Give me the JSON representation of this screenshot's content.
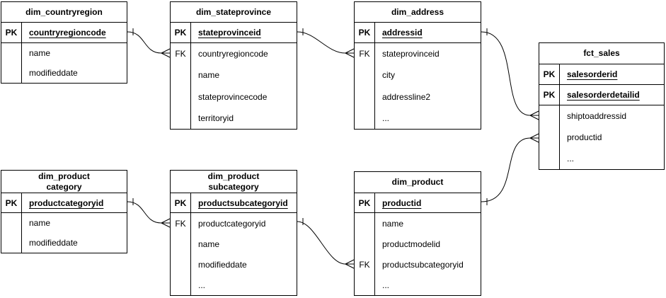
{
  "diagram": {
    "background_color": "#ffffff",
    "line_color": "#000000",
    "tables": [
      {
        "id": "dim_countryregion",
        "title": "dim_countryregion",
        "rows": [
          {
            "key": "PK",
            "field": "countryregioncode",
            "is_pk": true
          },
          {
            "key": "",
            "field": "name"
          },
          {
            "key": "",
            "field": "modifieddate"
          }
        ]
      },
      {
        "id": "dim_stateprovince",
        "title": "dim_stateprovince",
        "rows": [
          {
            "key": "PK",
            "field": "stateprovinceid",
            "is_pk": true
          },
          {
            "key": "FK",
            "field": "countryregioncode"
          },
          {
            "key": "",
            "field": "name"
          },
          {
            "key": "",
            "field": "stateprovincecode"
          },
          {
            "key": "",
            "field": "territoryid"
          }
        ]
      },
      {
        "id": "dim_address",
        "title": "dim_address",
        "rows": [
          {
            "key": "PK",
            "field": "addressid",
            "is_pk": true
          },
          {
            "key": "FK",
            "field": "stateprovinceid"
          },
          {
            "key": "",
            "field": "city"
          },
          {
            "key": "",
            "field": "addressline2"
          },
          {
            "key": "",
            "field": "..."
          }
        ]
      },
      {
        "id": "fct_sales",
        "title": "fct_sales",
        "rows": [
          {
            "key": "PK",
            "field": "salesorderid",
            "is_pk": true
          },
          {
            "key": "PK",
            "field": "salesorderdetailid",
            "is_pk": true
          },
          {
            "key": "",
            "field": "shiptoaddressid"
          },
          {
            "key": "",
            "field": "productid"
          },
          {
            "key": "",
            "field": "..."
          }
        ]
      },
      {
        "id": "dim_product_category",
        "title": "dim_product\ncategory",
        "rows": [
          {
            "key": "PK",
            "field": "productcategoryid",
            "is_pk": true
          },
          {
            "key": "",
            "field": "name"
          },
          {
            "key": "",
            "field": "modifieddate"
          }
        ]
      },
      {
        "id": "dim_product_subcategory",
        "title": "dim_product\nsubcategory",
        "rows": [
          {
            "key": "PK",
            "field": "productsubcategoryid",
            "is_pk": true
          },
          {
            "key": "FK",
            "field": "productcategoryid"
          },
          {
            "key": "",
            "field": "name"
          },
          {
            "key": "",
            "field": "modifieddate"
          },
          {
            "key": "",
            "field": "..."
          }
        ]
      },
      {
        "id": "dim_product",
        "title": "dim_product",
        "rows": [
          {
            "key": "PK",
            "field": "productid",
            "is_pk": true
          },
          {
            "key": "",
            "field": "name"
          },
          {
            "key": "",
            "field": "productmodelid"
          },
          {
            "key": "FK",
            "field": "productsubcategoryid"
          },
          {
            "key": "",
            "field": "..."
          }
        ]
      }
    ],
    "relationships": [
      {
        "from_table": "dim_countryregion",
        "from_field": "countryregioncode",
        "to_table": "dim_stateprovince",
        "to_field": "countryregioncode",
        "cardinality": "one-to-many"
      },
      {
        "from_table": "dim_stateprovince",
        "from_field": "stateprovinceid",
        "to_table": "dim_address",
        "to_field": "stateprovinceid",
        "cardinality": "one-to-many"
      },
      {
        "from_table": "dim_address",
        "from_field": "addressid",
        "to_table": "fct_sales",
        "to_field": "shiptoaddressid",
        "cardinality": "one-to-many"
      },
      {
        "from_table": "dim_product",
        "from_field": "productid",
        "to_table": "fct_sales",
        "to_field": "productid",
        "cardinality": "one-to-many"
      },
      {
        "from_table": "dim_product_category",
        "from_field": "productcategoryid",
        "to_table": "dim_product_subcategory",
        "to_field": "productcategoryid",
        "cardinality": "one-to-many"
      },
      {
        "from_table": "dim_product_subcategory",
        "from_field": "productsubcategoryid",
        "to_table": "dim_product",
        "to_field": "productsubcategoryid",
        "cardinality": "one-to-many"
      }
    ]
  }
}
